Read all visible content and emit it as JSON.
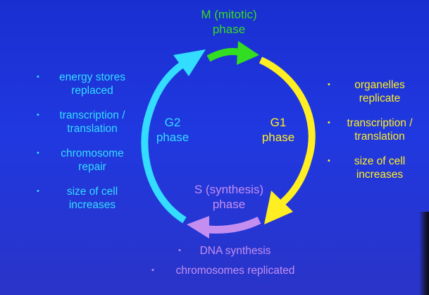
{
  "colors": {
    "background": "#2038e0",
    "mitotic": "#33dd22",
    "g1": "#ffee22",
    "synthesis": "#c48ef0",
    "g2": "#33ddff"
  },
  "phases": {
    "m": {
      "line1": "M (mitotic)",
      "line2": "phase"
    },
    "g1": {
      "line1": "G1",
      "line2": "phase"
    },
    "s": {
      "line1": "S (synthesis)",
      "line2": "phase"
    },
    "g2": {
      "line1": "G2",
      "line2": "phase"
    }
  },
  "notes": {
    "g2": [
      {
        "line1": "energy stores",
        "line2": "replaced"
      },
      {
        "line1": "transcription /",
        "line2": "translation"
      },
      {
        "line1": "chromosome",
        "line2": "repair"
      },
      {
        "line1": "size of cell",
        "line2": "increases"
      }
    ],
    "g1": [
      {
        "line1": "organelles",
        "line2": "replicate"
      },
      {
        "line1": "transcription /",
        "line2": "translation"
      },
      {
        "line1": "size of cell",
        "line2": "increases"
      }
    ],
    "s": [
      {
        "text": "DNA synthesis"
      },
      {
        "text": "chromosomes replicated"
      }
    ],
    "bullet": "•"
  }
}
